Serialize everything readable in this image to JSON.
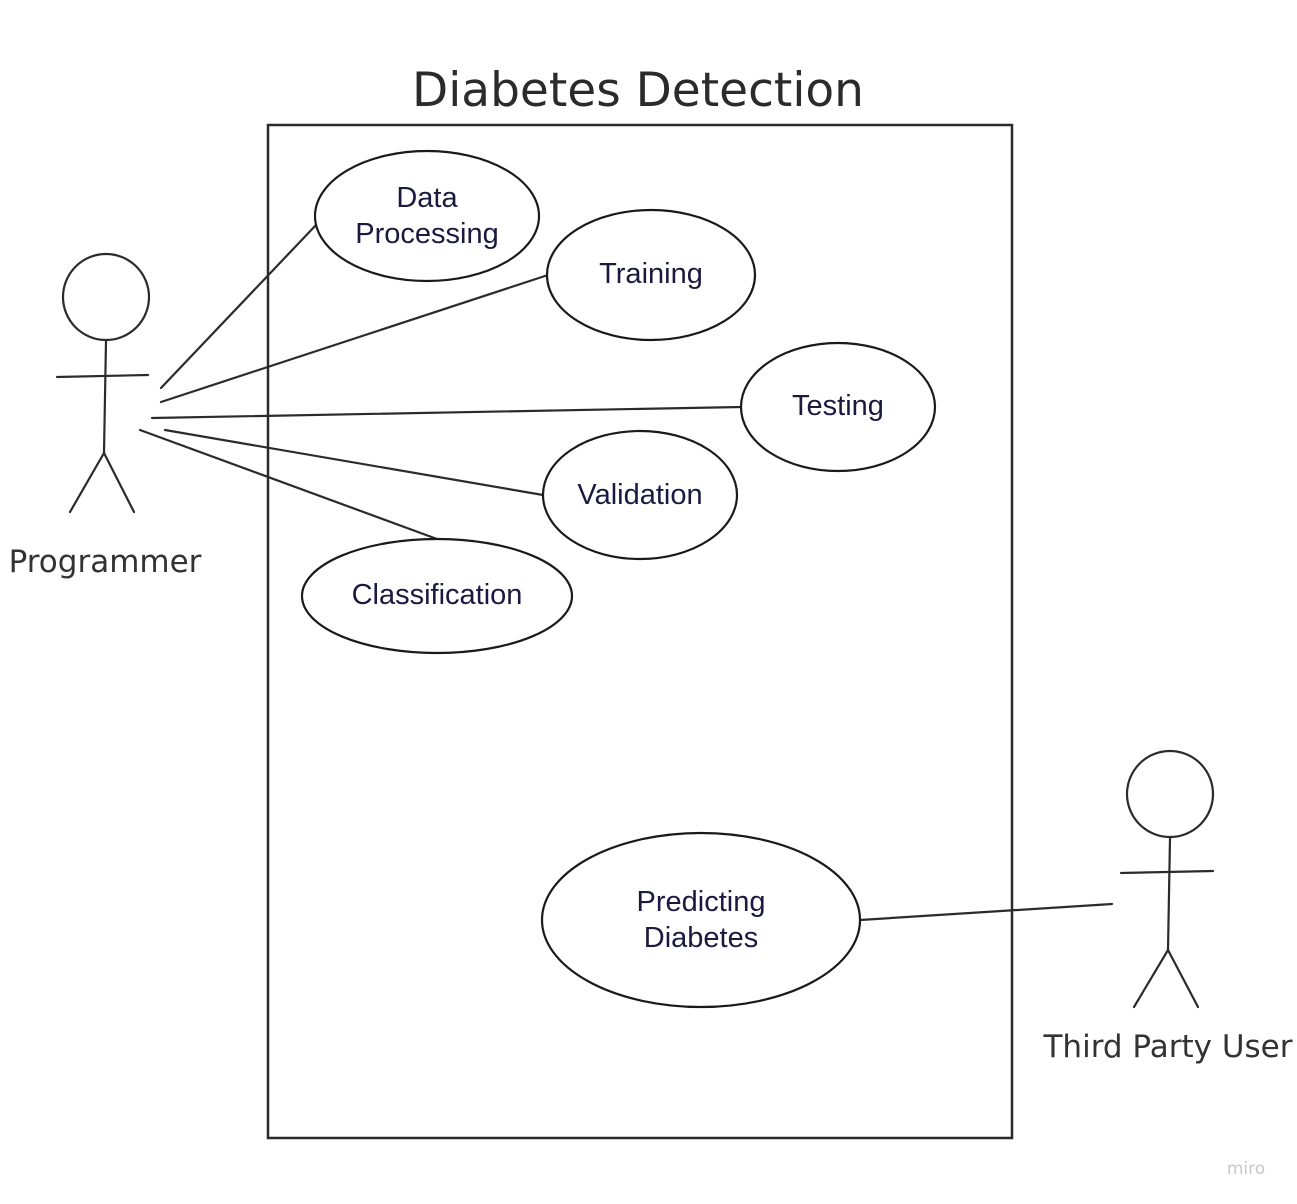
{
  "diagram": {
    "title": "Diabetes Detection",
    "actors": {
      "programmer": "Programmer",
      "third_party_user": "Third Party User"
    },
    "use_cases": {
      "data_processing": [
        "Data",
        "Processing"
      ],
      "training": "Training",
      "testing": "Testing",
      "validation": "Validation",
      "classification": "Classification",
      "predicting_diabetes": [
        "Predicting",
        "Diabetes"
      ]
    },
    "associations": [
      [
        "Programmer",
        "Data Processing"
      ],
      [
        "Programmer",
        "Training"
      ],
      [
        "Programmer",
        "Testing"
      ],
      [
        "Programmer",
        "Validation"
      ],
      [
        "Programmer",
        "Classification"
      ],
      [
        "Third Party User",
        "Predicting Diabetes"
      ]
    ],
    "watermark": "miro"
  }
}
